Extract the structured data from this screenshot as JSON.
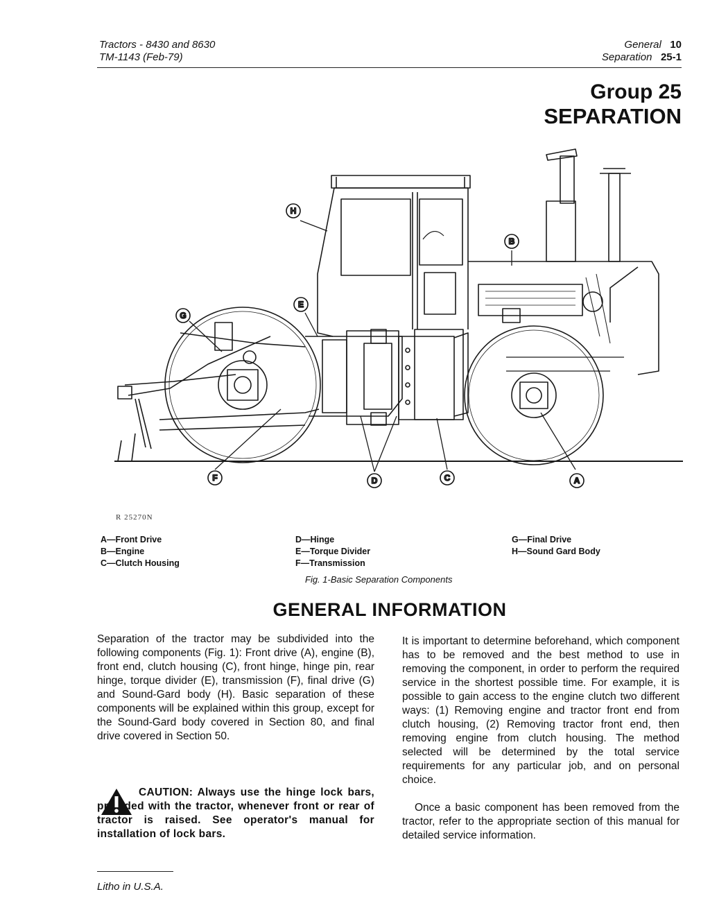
{
  "header": {
    "left_line1": "Tractors - 8430 and 8630",
    "left_line2": "TM-1143 (Feb-79)",
    "right_line1_label": "General",
    "right_line1_num": "10",
    "right_line2_label": "Separation",
    "right_line2_num": "25-1"
  },
  "group": {
    "title_line1": "Group 25",
    "title_line2": "SEPARATION"
  },
  "figure": {
    "code": "R 25270N",
    "callouts": [
      "A",
      "B",
      "C",
      "D",
      "E",
      "F",
      "G",
      "H"
    ],
    "legend_col1": [
      "A—Front Drive",
      "B—Engine",
      "C—Clutch Housing"
    ],
    "legend_col2": [
      "D—Hinge",
      "E—Torque Divider",
      "F—Transmission"
    ],
    "legend_col3": [
      "G—Final Drive",
      "H—Sound Gard Body"
    ],
    "caption": "Fig. 1-Basic Separation Components"
  },
  "section": {
    "title": "GENERAL INFORMATION"
  },
  "left_column": {
    "paragraph": "Separation of the tractor may be subdivided into the following components (Fig. 1): Front drive (A), engine (B), front end, clutch housing (C), front hinge, hinge pin, rear hinge, torque divider (E), transmission (F), final drive (G) and Sound-Gard body (H). Basic separation of these components will be explained within this group, except for the Sound-Gard body covered in Section 80, and final drive covered in Section 50.",
    "caution": "CAUTION: Always use the hinge lock bars, provided with the tractor, whenever front or rear of tractor is raised. See operator's manual for installation of lock bars."
  },
  "right_column": {
    "paragraph1": "It is important to determine beforehand, which component has to be removed and the best method to use in removing the component, in order to perform the required service in the shortest possible time. For example, it is possible to gain access to the engine clutch two different ways: (1) Removing engine and tractor front end from clutch housing, (2) Removing tractor front end, then removing engine from clutch housing. The method selected will be determined by the total service requirements for any particular job, and on personal choice.",
    "paragraph2": "Once a basic component has been removed from the tractor, refer to the appropriate section of this manual for detailed service information."
  },
  "footer": {
    "text": "Litho in U.S.A."
  }
}
